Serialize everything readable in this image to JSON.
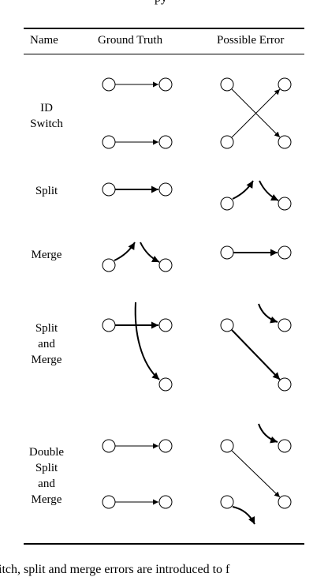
{
  "top_clipped_text": "py",
  "bottom_clipped_text": "itch, split and merge errors are introduced to f",
  "table": {
    "headers": {
      "name": "Name",
      "ground_truth": "Ground Truth",
      "possible_error": "Possible Error"
    },
    "rows": [
      {
        "lines": [
          "ID",
          "Switch"
        ]
      },
      {
        "lines": [
          "Split"
        ]
      },
      {
        "lines": [
          "Merge"
        ]
      },
      {
        "lines": [
          "Split",
          "and",
          "Merge"
        ]
      },
      {
        "lines": [
          "Double",
          "Split",
          "and",
          "Merge"
        ]
      }
    ]
  }
}
